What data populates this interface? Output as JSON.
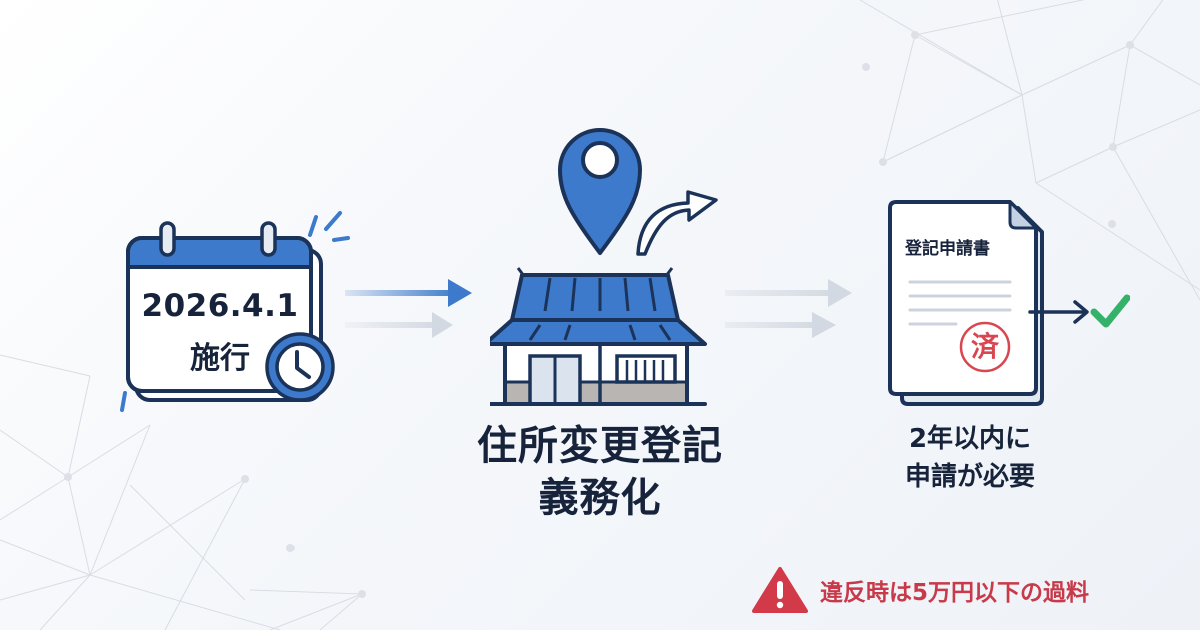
{
  "calendar": {
    "date": "2026.4.1",
    "label": "施行",
    "icons": [
      "calendar-icon",
      "clock-icon"
    ]
  },
  "center": {
    "title_line1": "住所変更登記",
    "title_line2": "義務化",
    "icons": [
      "location-pin-icon",
      "house-icon",
      "curved-arrow-icon"
    ]
  },
  "document": {
    "title": "登記申請書",
    "stamp": "済",
    "icons": [
      "document-icon",
      "checkmark-icon"
    ]
  },
  "right": {
    "caption_line1": "2年以内に",
    "caption_line2": "申請が必要"
  },
  "warning": {
    "text": "違反時は5万円以下の過料",
    "icon": "warning-icon"
  },
  "colors": {
    "primary_blue": "#3d7acb",
    "navy": "#1b3358",
    "text_dark": "#16233a",
    "warning_red": "#d23a4a",
    "check_green": "#34b26a",
    "arrow_gray": "#d3d9e2",
    "stamp_red": "#d9464f"
  }
}
